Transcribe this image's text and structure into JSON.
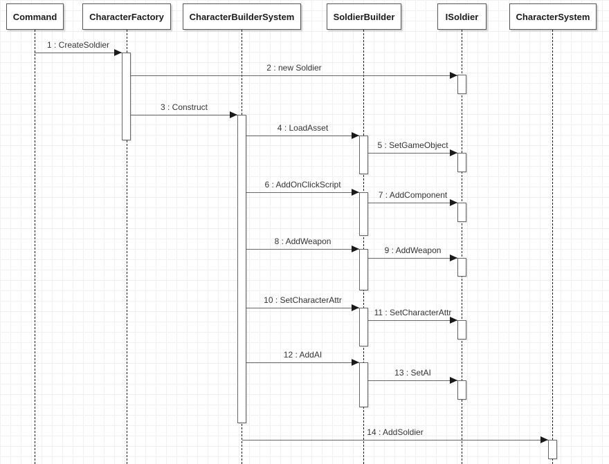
{
  "diagram": {
    "type": "uml-sequence",
    "actors": [
      {
        "label": "Command"
      },
      {
        "label": "CharacterFactory"
      },
      {
        "label": "CharacterBuilderSystem"
      },
      {
        "label": "SoldierBuilder"
      },
      {
        "label": "ISoldier"
      },
      {
        "label": "CharacterSystem"
      }
    ],
    "messages": [
      {
        "label": "1 : CreateSoldier",
        "from": "Command",
        "to": "CharacterFactory"
      },
      {
        "label": "2 : new Soldier",
        "from": "CharacterFactory",
        "to": "ISoldier"
      },
      {
        "label": "3 : Construct",
        "from": "CharacterFactory",
        "to": "CharacterBuilderSystem"
      },
      {
        "label": "4 : LoadAsset",
        "from": "CharacterBuilderSystem",
        "to": "SoldierBuilder"
      },
      {
        "label": "5 : SetGameObject",
        "from": "SoldierBuilder",
        "to": "ISoldier"
      },
      {
        "label": "6 : AddOnClickScript",
        "from": "CharacterBuilderSystem",
        "to": "SoldierBuilder"
      },
      {
        "label": "7 : AddComponent",
        "from": "SoldierBuilder",
        "to": "ISoldier"
      },
      {
        "label": "8 : AddWeapon",
        "from": "CharacterBuilderSystem",
        "to": "SoldierBuilder"
      },
      {
        "label": "9 : AddWeapon",
        "from": "SoldierBuilder",
        "to": "ISoldier"
      },
      {
        "label": "10 : SetCharacterAttr",
        "from": "CharacterBuilderSystem",
        "to": "SoldierBuilder"
      },
      {
        "label": "11 : SetCharacterAttr",
        "from": "SoldierBuilder",
        "to": "ISoldier"
      },
      {
        "label": "12 : AddAI",
        "from": "CharacterBuilderSystem",
        "to": "SoldierBuilder"
      },
      {
        "label": "13 : SetAI",
        "from": "SoldierBuilder",
        "to": "ISoldier"
      },
      {
        "label": "14 : AddSoldier",
        "from": "CharacterBuilderSystem",
        "to": "CharacterSystem"
      }
    ],
    "colors": {
      "shape_fill": "#ffffff",
      "shape_border": "#565656",
      "message_line": "#666666",
      "arrowhead": "#1a1a1a",
      "lifeline": "#1c1c1c",
      "grid_line": "#f0f0f0",
      "text": "#333333"
    }
  }
}
